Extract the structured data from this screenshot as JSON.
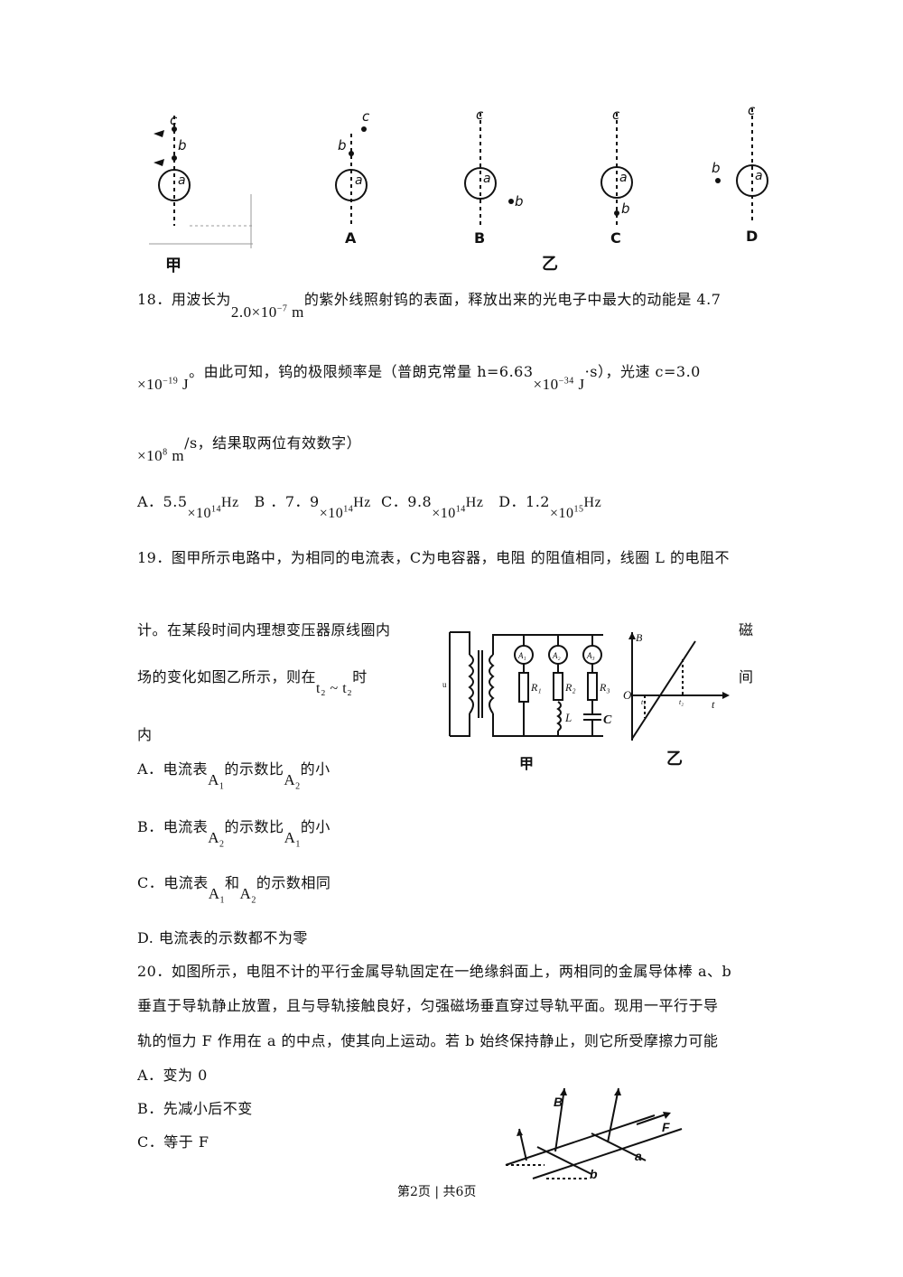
{
  "fig17": {
    "label_jia": "甲",
    "label_yi": "乙",
    "options": [
      "A",
      "B",
      "C",
      "D"
    ],
    "point_a": "a",
    "point_b": "b",
    "point_c": "c"
  },
  "q18": {
    "line1_pre": "18．用波长为",
    "wavelength": "2.0×10",
    "wavelength_exp": "−7",
    "wavelength_unit": "m",
    "line1_post": "的紫外线照射钨的表面，释放出来的光电子中最大的动能是 4.7",
    "line2_e": "×10",
    "line2_e_exp": "−19",
    "line2_e_unit": "J",
    "line2_mid": "。由此可知，钨的极限频率是（普朗克常量 h=6.63",
    "line2_h": "×10",
    "line2_h_exp": "−34",
    "line2_h_unit": "J",
    "line2_s": "·s），光速 c=3.0",
    "line3_c": "×10",
    "line3_c_exp": "8",
    "line3_c_unit": "m",
    "line3_post": "/s，结果取两位有效数字）",
    "opt_a": "A．5.5",
    "opt_b": "B ．7．9",
    "opt_c": "C．9.8",
    "opt_d": "D．1.2",
    "x10": "×10",
    "exp14": "14",
    "exp15": "15",
    "hz": "Hz"
  },
  "q19": {
    "line1": "19．图甲所示电路中，为相同的电流表，C为电容器，电阻  的阻值相同，线圈 L 的电阻不",
    "line2_left": "计。在某段时间内理想变压器原线圈内",
    "line2_right": "磁",
    "line3_left": "场的变化如图乙所示，则在",
    "t_range": "t₂ ~ t₂",
    "line3_time": "时",
    "line3_right": "间",
    "line4": "内",
    "opt_a_pre": "A．电流表",
    "opt_a_mid": "的示数比",
    "opt_a_post": "的小",
    "opt_b_pre": "B．电流表",
    "opt_b_mid": "的示数比",
    "opt_b_post": "的小",
    "opt_c_pre": "C．电流表",
    "opt_c_mid": "和",
    "opt_c_post": "的示数相同",
    "opt_d": "D. 电流表的示数都不为零",
    "A1": "A",
    "A2": "A",
    "sub1": "1",
    "sub2": "2",
    "fig_jia": "甲",
    "fig_yi": "乙",
    "circuit": {
      "meters": [
        "A₁",
        "A₂",
        "A₃"
      ],
      "resistors": [
        "R₁",
        "R₂",
        "R₃"
      ],
      "inductor": "L",
      "capacitor": "C",
      "source": "u"
    },
    "graph": {
      "y": "B",
      "x": "t",
      "origin": "O",
      "t1": "t₁",
      "t2": "t₂"
    }
  },
  "q20": {
    "line1": "20．如图所示，电阻不计的平行金属导轨固定在一绝缘斜面上，两相同的金属导体棒 a、b",
    "line2": "垂直于导轨静止放置，且与导轨接触良好，匀强磁场垂直穿过导轨平面。现用一平行于导",
    "line3": "轨的恒力 F 作用在 a 的中点，使其向上运动。若 b 始终保持静止，则它所受摩擦力可能",
    "opt_a": "A．变为 0",
    "opt_b": "B．先减小后不变",
    "opt_c": "C．等于 F",
    "fig": {
      "B": "B",
      "F": "F",
      "a": "a",
      "b": "b"
    }
  },
  "footer": {
    "text": "第2页  | 共6页"
  }
}
